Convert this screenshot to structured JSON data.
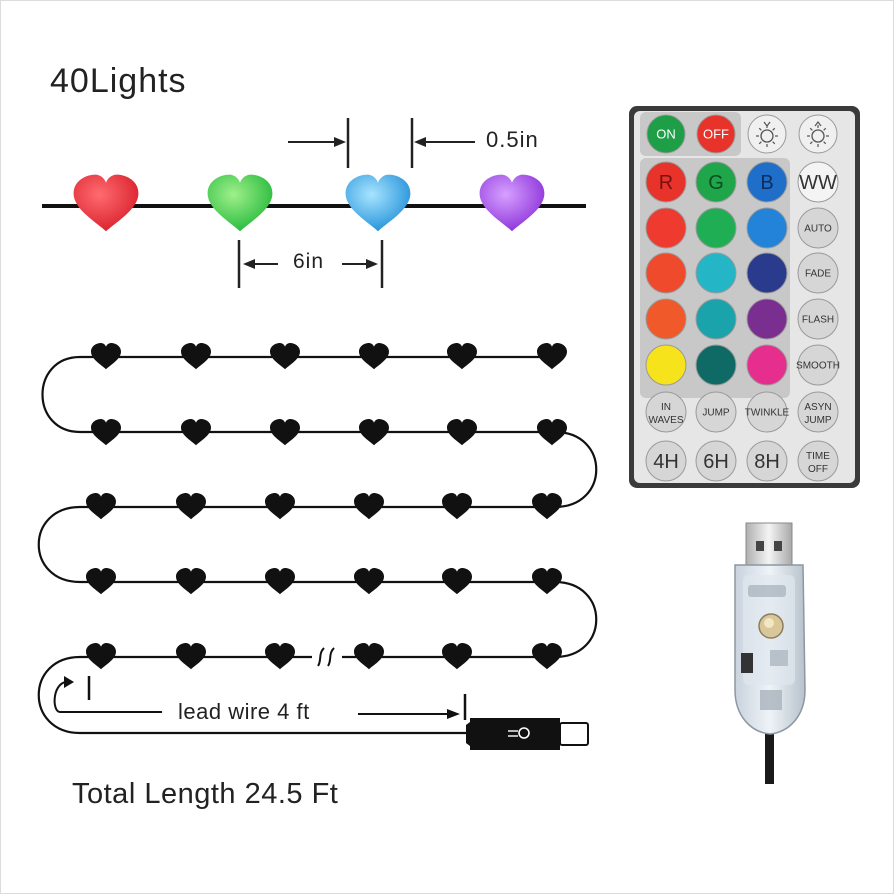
{
  "title": "40Lights",
  "total_length": "Total Length  24.5 Ft",
  "dimensions": {
    "bulb_size": "0.5in",
    "spacing": "6in",
    "lead_wire": "lead wire 4 ft"
  },
  "colors": {
    "wire": "#111111",
    "heart_red": "#e8282e",
    "heart_green": "#2fc83a",
    "heart_blue": "#3aa6e8",
    "heart_purple": "#9b3ee0"
  },
  "remote": {
    "buttons": [
      {
        "id": "on",
        "label": "ON",
        "color": "#1e9e47",
        "text": "#ffffff"
      },
      {
        "id": "off",
        "label": "OFF",
        "color": "#e8332a",
        "text": "#ffffff"
      },
      {
        "id": "dim",
        "label": "",
        "icon": "brightness-down-icon",
        "color": "#f0f0f0"
      },
      {
        "id": "bright",
        "label": "",
        "icon": "brightness-up-icon",
        "color": "#f0f0f0"
      },
      {
        "id": "r",
        "label": "R",
        "color": "#e8332a",
        "text": "#7a1010"
      },
      {
        "id": "g",
        "label": "G",
        "color": "#1fa54a",
        "text": "#0d4d20"
      },
      {
        "id": "b",
        "label": "B",
        "color": "#1f6ec9",
        "text": "#0e2e60"
      },
      {
        "id": "ww",
        "label": "WW",
        "color": "#f4f4f4",
        "text": "#333333"
      },
      {
        "id": "c1",
        "label": "",
        "color": "#ef3a30"
      },
      {
        "id": "c2",
        "label": "",
        "color": "#20ae55"
      },
      {
        "id": "c3",
        "label": "",
        "color": "#2283d8"
      },
      {
        "id": "auto",
        "label": "AUTO",
        "color": "#d6d6d6",
        "text": "#333333"
      },
      {
        "id": "c4",
        "label": "",
        "color": "#ef4a2c"
      },
      {
        "id": "c5",
        "label": "",
        "color": "#24b6c6"
      },
      {
        "id": "c6",
        "label": "",
        "color": "#2a3a8c"
      },
      {
        "id": "fade",
        "label": "FADE",
        "color": "#d6d6d6",
        "text": "#333333"
      },
      {
        "id": "c7",
        "label": "",
        "color": "#f05a2a"
      },
      {
        "id": "c8",
        "label": "",
        "color": "#1aa3ab"
      },
      {
        "id": "c9",
        "label": "",
        "color": "#7a2f90"
      },
      {
        "id": "flash",
        "label": "FLASH",
        "color": "#d6d6d6",
        "text": "#333333"
      },
      {
        "id": "c10",
        "label": "",
        "color": "#f6e31c"
      },
      {
        "id": "c11",
        "label": "",
        "color": "#0f6a66"
      },
      {
        "id": "c12",
        "label": "",
        "color": "#e62e8f"
      },
      {
        "id": "smooth",
        "label": "SMOOTH",
        "color": "#d6d6d6",
        "text": "#333333"
      },
      {
        "id": "inwaves",
        "label": "IN WAVES",
        "color": "#d6d6d6",
        "text": "#333333"
      },
      {
        "id": "jump",
        "label": "JUMP",
        "color": "#d6d6d6",
        "text": "#333333"
      },
      {
        "id": "twinkle",
        "label": "TWINKLE",
        "color": "#d6d6d6",
        "text": "#333333"
      },
      {
        "id": "asynjump",
        "label": "ASYN JUMP",
        "color": "#d6d6d6",
        "text": "#333333"
      },
      {
        "id": "4h",
        "label": "4H",
        "color": "#d6d6d6",
        "text": "#333333"
      },
      {
        "id": "6h",
        "label": "6H",
        "color": "#d6d6d6",
        "text": "#333333"
      },
      {
        "id": "8h",
        "label": "8H",
        "color": "#d6d6d6",
        "text": "#333333"
      },
      {
        "id": "timeoff",
        "label": "TIME OFF",
        "color": "#d6d6d6",
        "text": "#333333"
      }
    ]
  }
}
